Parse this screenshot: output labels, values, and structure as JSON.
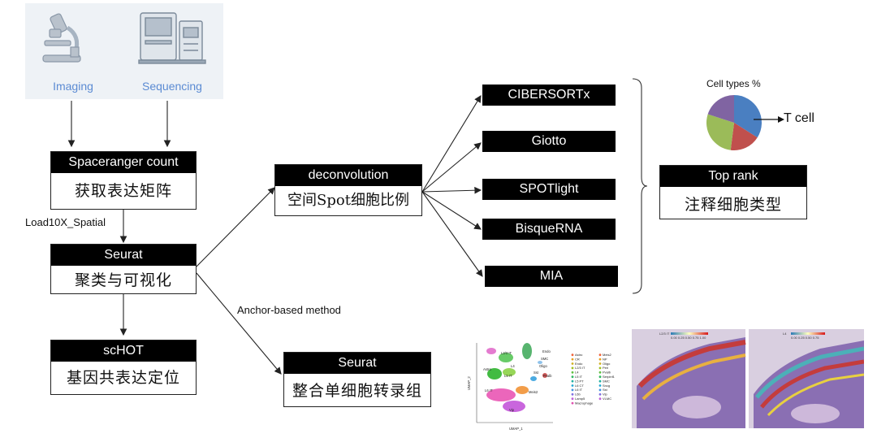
{
  "panels": {
    "imaging": {
      "label": "Imaging"
    },
    "sequencing": {
      "label": "Sequencing"
    }
  },
  "nodes": {
    "spaceranger": {
      "title": "Spaceranger count",
      "subtitle": "获取表达矩阵"
    },
    "seurat": {
      "title": "Seurat",
      "subtitle": "聚类与可视化"
    },
    "schot": {
      "title": "scHOT",
      "subtitle": "基因共表达定位"
    },
    "deconvolution": {
      "title": "deconvolution",
      "subtitle": "空间Spot细胞比例"
    },
    "seurat_integrate": {
      "title": "Seurat",
      "subtitle": "整合单细胞转录组"
    },
    "top_rank": {
      "title": "Top rank",
      "subtitle": "注释细胞类型"
    }
  },
  "methods": [
    "CIBERSORTx",
    "Giotto",
    "SPOTlight",
    "BisqueRNA",
    "MIA"
  ],
  "edge_labels": {
    "load": "Load10X_Spatial",
    "anchor": "Anchor-based method"
  },
  "pie": {
    "title": "Cell types %",
    "callout": "T cell",
    "slices": [
      {
        "name": "blue",
        "value": 34,
        "color": "#4a7fc1"
      },
      {
        "name": "red",
        "value": 18,
        "color": "#c0504d"
      },
      {
        "name": "green",
        "value": 28,
        "color": "#9bbb59"
      },
      {
        "name": "purple",
        "value": 20,
        "color": "#8064a2"
      }
    ]
  },
  "umap": {
    "xlabel": "UMAP_1",
    "ylabel": "UMAP_2",
    "cluster_labels": [
      "L2/3 IT",
      "Endo",
      "SMC",
      "Oligo",
      "Astro",
      "L5 IT",
      "Meis2",
      "L6 IT",
      "L4",
      "Pvalb",
      "Sst",
      "Vip"
    ],
    "legend_col1": [
      "Astro",
      "CR",
      "Endo",
      "L2/3 IT",
      "L4",
      "L5 IT",
      "L5 PT",
      "L6 CT",
      "L6 IT",
      "L6b",
      "Lamp5",
      "Macrophage"
    ],
    "legend_col2": [
      "Meis2",
      "NP",
      "Oligo",
      "Peri",
      "Pvalb",
      "Serpinf1",
      "SMC",
      "Sncg",
      "Sst",
      "Vip",
      "VLMC"
    ]
  },
  "tissue": {
    "left_title": "L2/3 IT",
    "left_scale": "0.00 0.25 0.50 0.75 1.00",
    "right_title": "L4",
    "right_scale": "0.00 0.25 0.50 0.75"
  }
}
